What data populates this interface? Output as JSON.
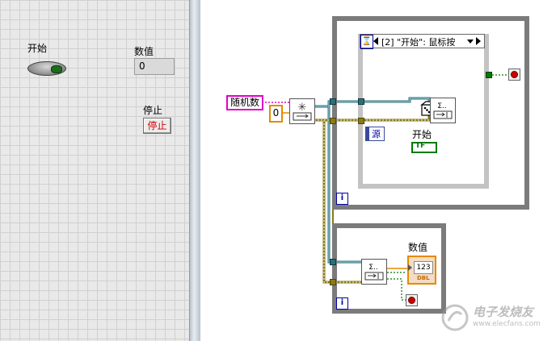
{
  "front_panel": {
    "start_label": "开始",
    "number_label": "数值",
    "number_value": "0",
    "stop_label": "停止",
    "stop_button_text": "停止"
  },
  "block_diagram": {
    "random_label": "随机数",
    "constant_zero": "0",
    "event_case_selector": "[2] \"开始\": 鼠标按",
    "source_label": "源",
    "start_terminal_label": "开始",
    "start_terminal_type": "TF",
    "numeric_terminal_label": "数值",
    "numeric_terminal_value": "123",
    "numeric_terminal_type": "DBL",
    "iteration_symbol": "i",
    "hourglass_symbol": "⌛"
  },
  "watermark": {
    "brand": "电子发烧友",
    "url": "www.elecfans.com"
  },
  "colors": {
    "loop_border": "#7b7b7b",
    "event_border": "#c3c3c3",
    "dynamic_wire": "#2c6f7a",
    "refnum_wire": "#8a7a16",
    "boolean_wire": "#007a00",
    "string_label_border": "#e000c8",
    "numeric_border": "#e58a00",
    "stop_red": "#d00000"
  }
}
